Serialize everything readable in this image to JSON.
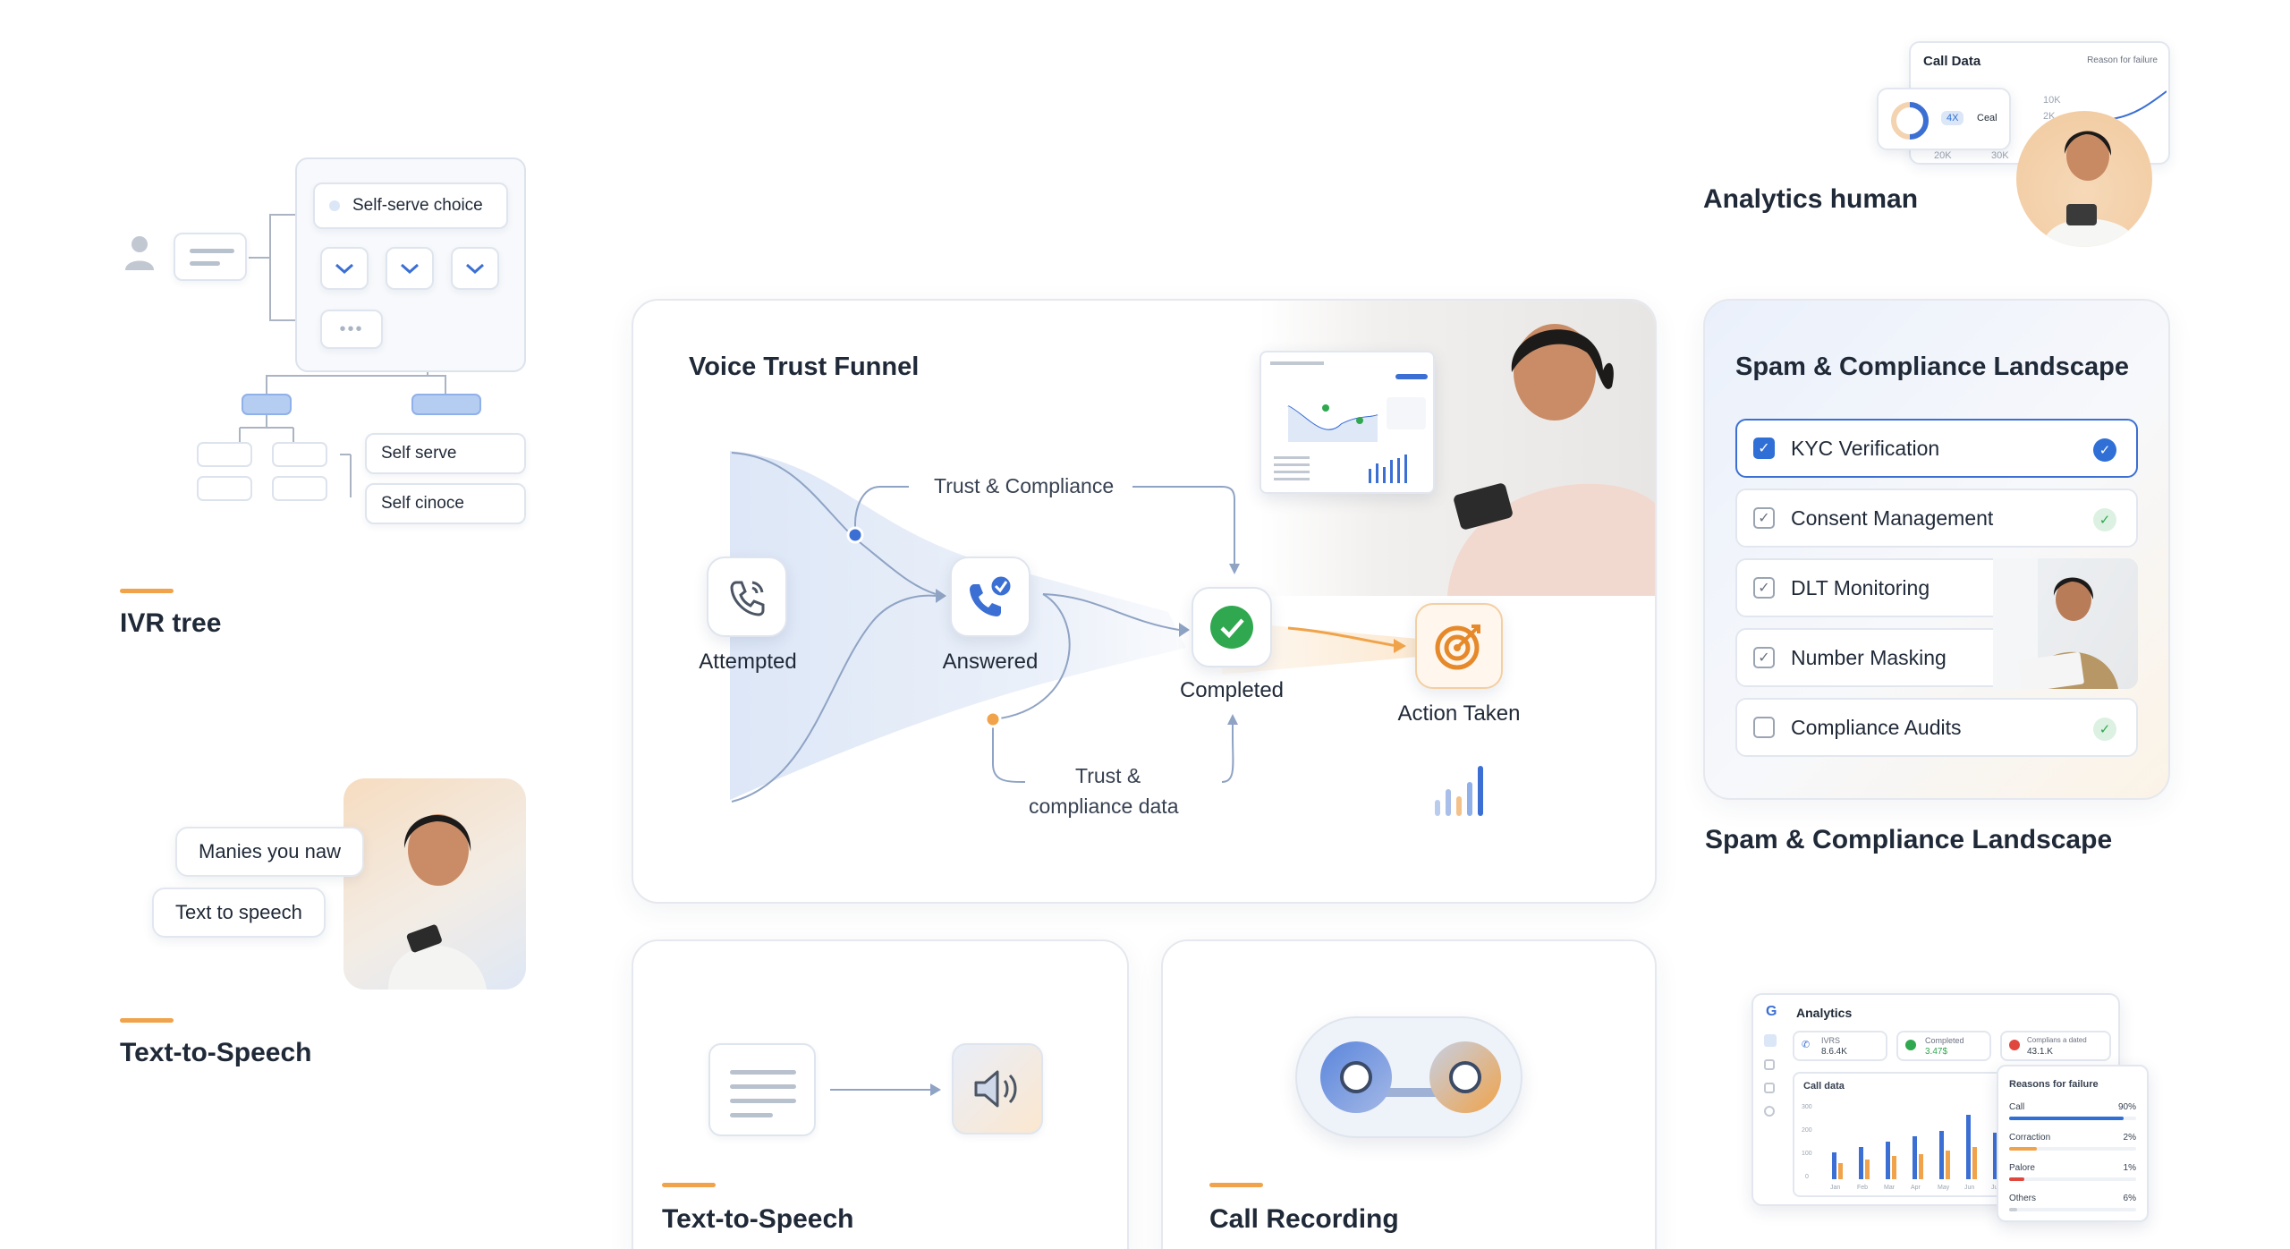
{
  "ivr": {
    "choice_label": "Self-serve choice",
    "self_serve": "Self serve",
    "self_choice": "Self cinoce",
    "title": "IVR tree"
  },
  "tts_left": {
    "bubble1": "Manies you naw",
    "bubble2": "Text to speech",
    "title": "Text-to-Speech"
  },
  "analytics_human": {
    "title": "Analytics human",
    "panel_title": "Call Data",
    "panel_sub": "Reason for failure",
    "chip_value": "4X",
    "chip_label": "Ceal",
    "axis_1": "10K",
    "axis_2": "2K",
    "axis_3": "20K",
    "axis_4": "30K"
  },
  "funnel": {
    "title": "Voice Trust Funnel",
    "trust_top": "Trust & Compliance",
    "trust_bottom_1": "Trust &",
    "trust_bottom_2": "compliance data",
    "stages": {
      "attempted": "Attempted",
      "answered": "Answered",
      "completed": "Completed",
      "action": "Action Taken"
    },
    "colors": {
      "blue": "#3b6fd4",
      "green": "#2fa84f",
      "orange": "#f0a34a"
    }
  },
  "spam": {
    "title": "Spam & Compliance Landscape",
    "caption": "Spam & Compliance Landscape",
    "items": [
      {
        "label": "KYC Verification",
        "checked": true,
        "status": "blue"
      },
      {
        "label": "Consent Management",
        "checked": true,
        "status": "green"
      },
      {
        "label": "DLT Monitoring",
        "checked": true,
        "status": "none"
      },
      {
        "label": "Number Masking",
        "checked": true,
        "status": "none"
      },
      {
        "label": "Compliance Audits",
        "checked": false,
        "status": "green"
      }
    ]
  },
  "tts_card": {
    "title": "Text-to-Speech"
  },
  "recording_card": {
    "title": "Call Recording"
  },
  "analytics_panel": {
    "title": "Analytics",
    "stat1_label": "IVRS",
    "stat1_value": "8.6.4K",
    "stat2_label": "Completed",
    "stat2_value": "3.47$",
    "stat3_label": "Complians a dated",
    "stat3_value": "43.1.K",
    "chart_title": "Call data",
    "y_ticks": [
      "300",
      "200",
      "100",
      "0"
    ],
    "months": [
      "Jan",
      "Feb",
      "Mar",
      "Apr",
      "May",
      "Jun",
      "Jul"
    ],
    "failure_title": "Reasons for failure",
    "failures": [
      {
        "label": "Call",
        "value": "90%",
        "pct": 90,
        "color": "#2f6fd6"
      },
      {
        "label": "Corraction",
        "value": "2%",
        "pct": 22,
        "color": "#f0a34a"
      },
      {
        "label": "Palore",
        "value": "1%",
        "pct": 12,
        "color": "#e0483e"
      },
      {
        "label": "Others",
        "value": "6%",
        "pct": 6,
        "color": "#c9ced6"
      }
    ]
  }
}
